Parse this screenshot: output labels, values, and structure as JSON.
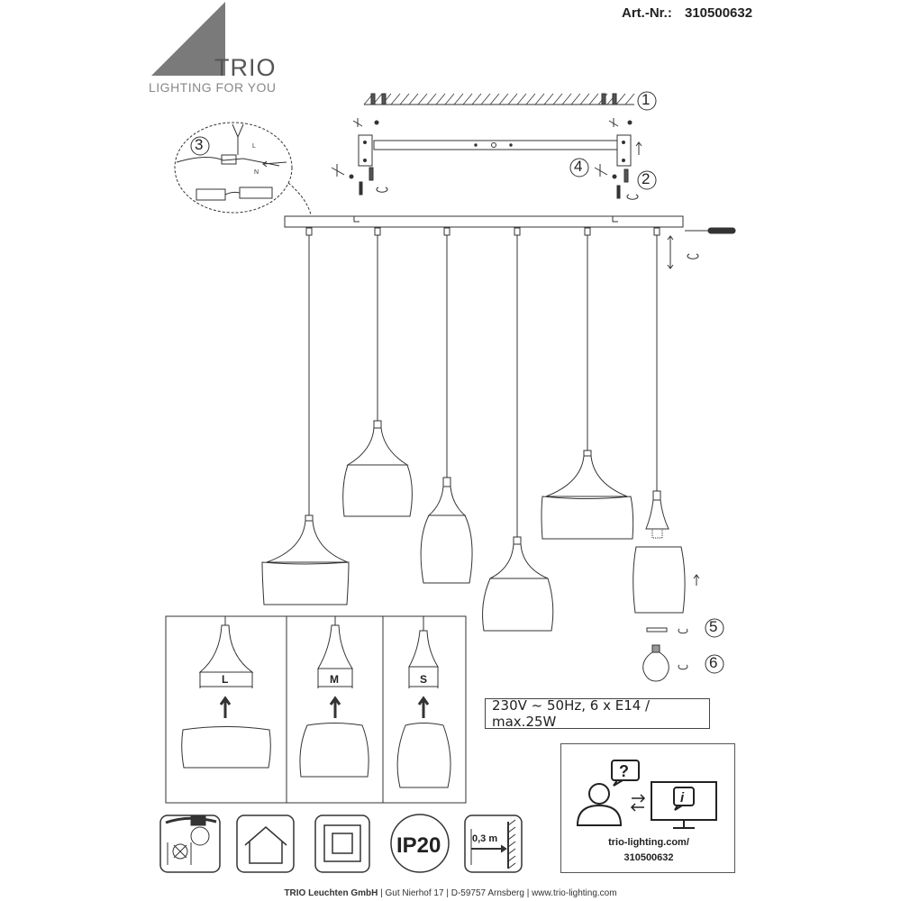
{
  "header": {
    "art_label": "Art.-Nr.:",
    "art_number": "310500632",
    "brand": "TRIO",
    "tagline": "LIGHTING FOR YOU"
  },
  "steps": [
    "1",
    "2",
    "3",
    "4",
    "5",
    "6"
  ],
  "wiring_labels": {
    "l": "L",
    "n": "N"
  },
  "sizes": [
    "L",
    "M",
    "S"
  ],
  "spec": "230V ~ 50Hz, 6 x E14 / max.25W",
  "ip_rating": "IP20",
  "distance": "0,3 m",
  "web": {
    "url": "trio-lighting.com/",
    "number": "310500632"
  },
  "footer": {
    "company": "TRIO Leuchten GmbH",
    "address": "Gut Nierhof 17",
    "city": "D-59757 Arnsberg",
    "website": "www.trio-lighting.com"
  },
  "colors": {
    "line": "#333333",
    "logo_gray": "#777777"
  }
}
